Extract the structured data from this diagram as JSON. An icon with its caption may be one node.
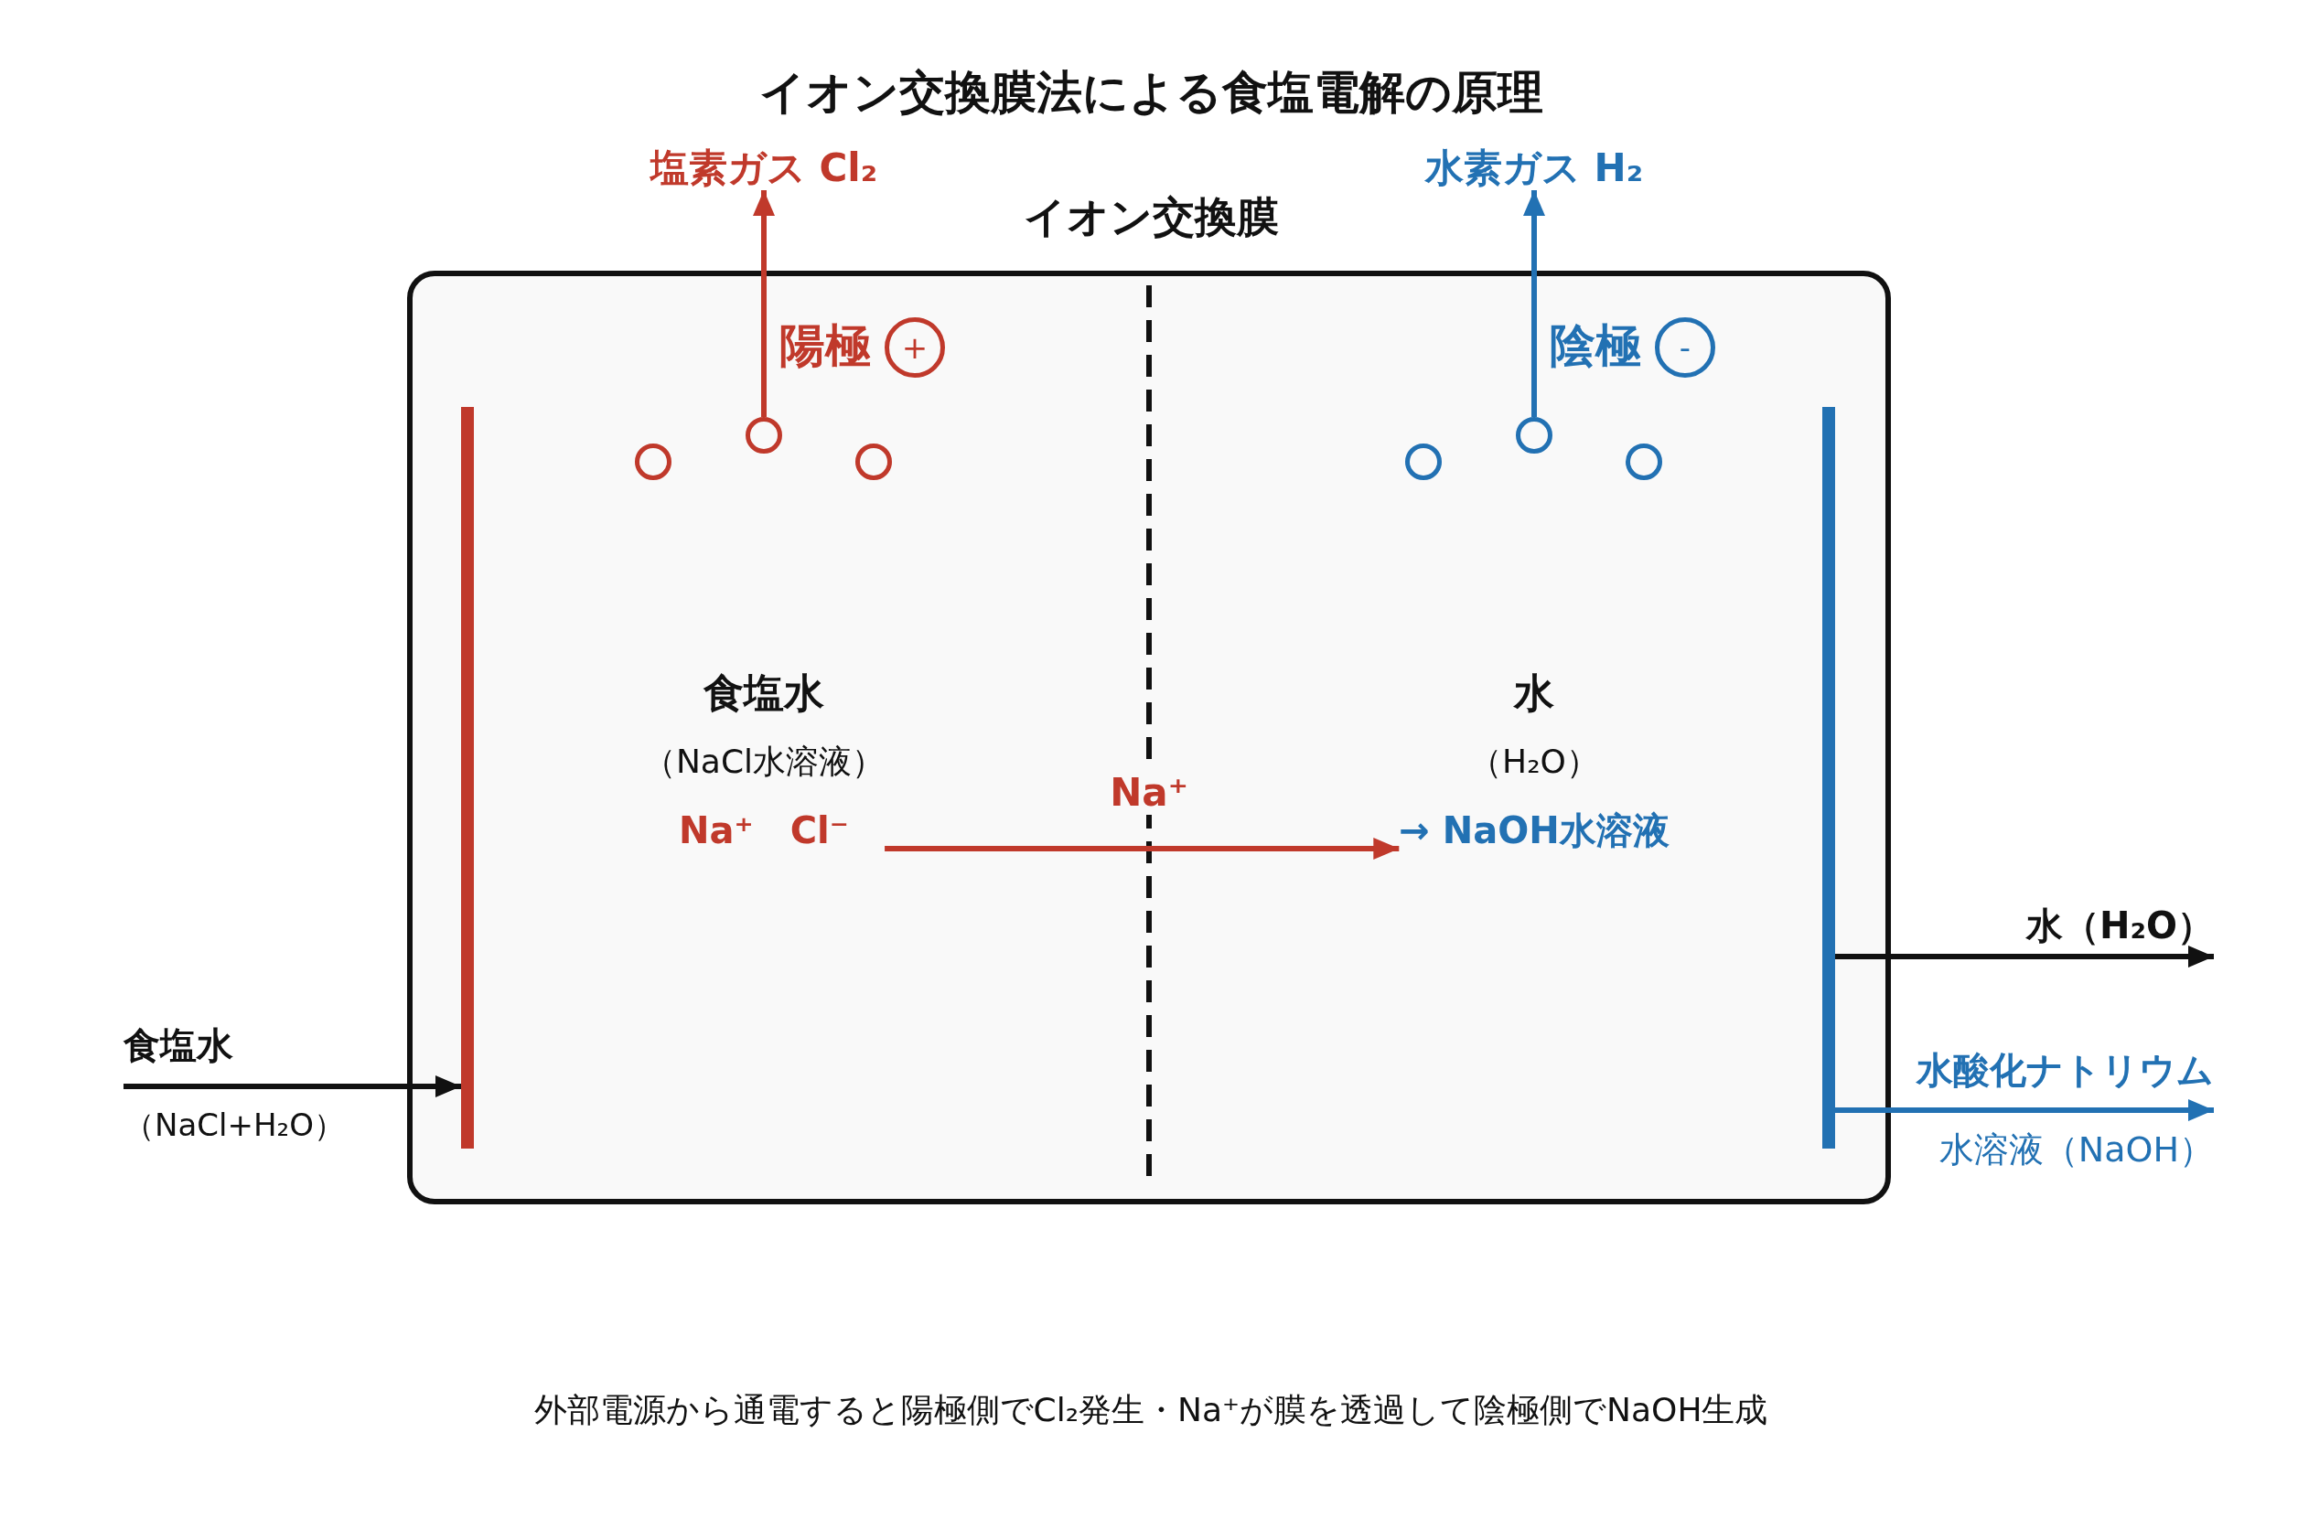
{
  "diagram": {
    "title": "イオン交換膜法による食塩電解の原理",
    "caption": "外部電源から通電すると陽極側でCl₂発生・Na⁺が膜を透過して陰極側でNaOH生成",
    "nodes": [
      {
        "text": [
          "塩素ガス Cl₂"
        ]
      },
      {
        "text": [
          "水素ガス H₂"
        ]
      },
      {
        "text": [],
        "shape": "box"
      },
      {
        "text": [
          "+"
        ],
        "in": 2
      },
      {
        "text": [
          "-"
        ],
        "in": 2
      },
      {
        "text": [],
        "shape": "circle",
        "in": 2
      },
      {
        "text": [],
        "shape": "circle",
        "in": 2
      },
      {
        "text": [],
        "shape": "circle",
        "in": 2
      },
      {
        "text": [],
        "shape": "circle",
        "in": 2
      },
      {
        "text": [],
        "shape": "circle",
        "in": 2
      },
      {
        "text": [],
        "shape": "circle",
        "in": 2
      },
      {
        "text": [],
        "shape": "bar",
        "in": 2
      },
      {
        "text": [],
        "shape": "bar",
        "in": 2
      },
      {
        "text": [
          "食塩水",
          "（NaCl水溶液）",
          "Na⁺　Cl⁻"
        ],
        "in": 2
      },
      {
        "text": [
          "水",
          "（H₂O）",
          "→ NaOH水溶液"
        ],
        "in": 2
      },
      {
        "text": [
          "水（H₂O）"
        ]
      },
      {
        "text": [
          "食塩水",
          "（NaCl+H₂O）"
        ]
      },
      {
        "text": [
          "水酸化ナトリウム",
          "水溶液（NaOH）"
        ]
      }
    ],
    "edges": [
      {
        "from": 6,
        "to": 0,
        "arrow": "to",
        "color": "#c0392b"
      },
      {
        "from": 9,
        "to": 1,
        "arrow": "to",
        "color": "#2271b3"
      },
      {
        "from": 13,
        "to": 14,
        "arrow": "to",
        "label": "Na⁺",
        "color": "#c0392b"
      },
      {
        "from": 16,
        "to": 11,
        "arrow": "to",
        "color": "#111111"
      },
      {
        "from": 12,
        "to": 15,
        "arrow": "to",
        "color": "#111111"
      },
      {
        "from": 12,
        "to": 17,
        "arrow": "to",
        "color": "#2271b3"
      }
    ],
    "labels": [
      "イオン交換膜",
      "陽極",
      "陰極"
    ]
  }
}
